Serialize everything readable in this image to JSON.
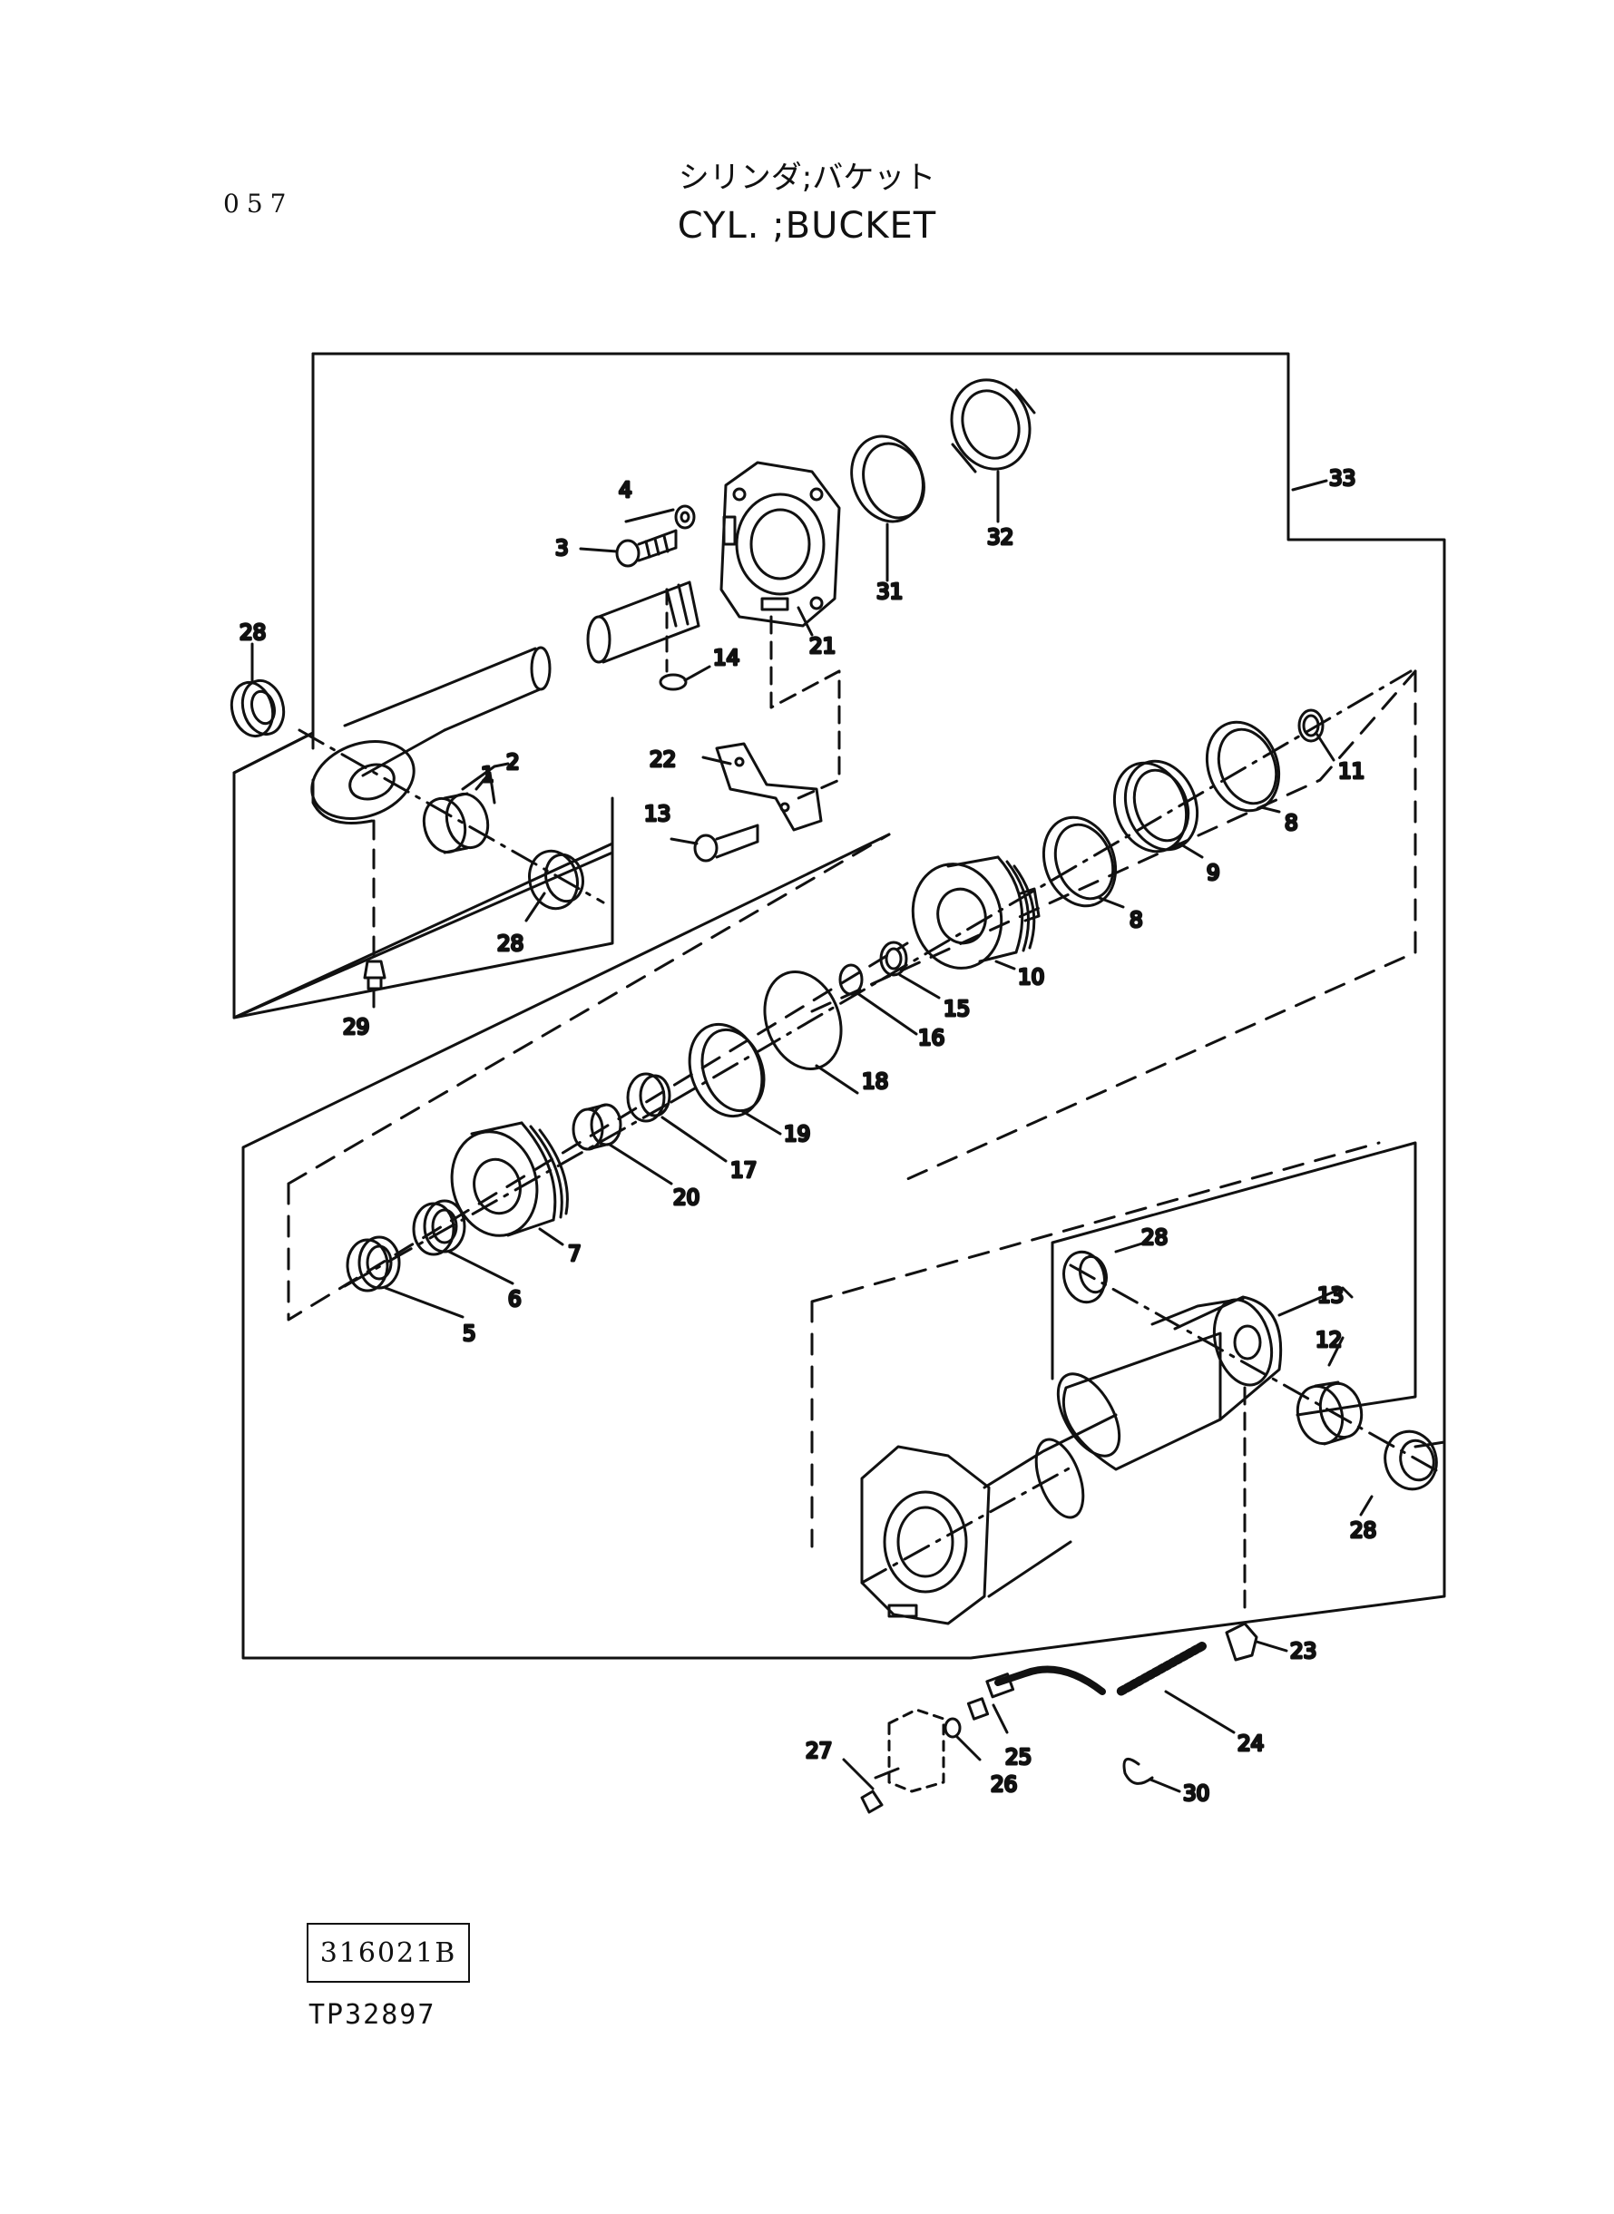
{
  "page_number": "057",
  "title_jp": "シリンダ;バケット",
  "title_en": "CYL. ;BUCKET",
  "catalog_code": "316021B",
  "reference_code": "TP32897",
  "callouts": {
    "c1": "1",
    "c2": "2",
    "c3": "3",
    "c4": "4",
    "c5": "5",
    "c6": "6",
    "c7": "7",
    "c8a": "8",
    "c8b": "8",
    "c9": "9",
    "c10": "10",
    "c11": "11",
    "c12": "12",
    "c13a": "13",
    "c13b": "13",
    "c14": "14",
    "c15": "15",
    "c16": "16",
    "c17": "17",
    "c18": "18",
    "c19": "19",
    "c20": "20",
    "c21": "21",
    "c22": "22",
    "c23": "23",
    "c24": "24",
    "c25": "25",
    "c26": "26",
    "c27": "27",
    "c28a": "28",
    "c28b": "28",
    "c28c": "28",
    "c28d": "28",
    "c29": "29",
    "c30": "30",
    "c31": "31",
    "c32": "32",
    "c33": "33"
  }
}
